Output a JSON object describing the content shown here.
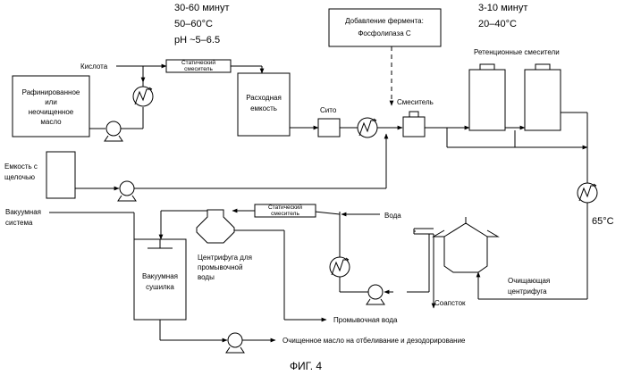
{
  "conditions_left": {
    "time": "30-60 минут",
    "temp": "50–60°C",
    "ph": "pH  ~5–6.5"
  },
  "conditions_right": {
    "time": "3-10 минут",
    "temp": "20–40°C"
  },
  "enzyme_box": {
    "line1": "Добавление фермента:",
    "line2": "Фосфолипаза С"
  },
  "labels": {
    "acid": "Кислота",
    "static_mixer_top": "Статический смеситель",
    "oil_tank": [
      "Рафинированное",
      "или",
      "неочищенное",
      "масло"
    ],
    "feed_tank": [
      "Расходная",
      "емкость"
    ],
    "sieve": "Сито",
    "mixer": "Смеситель",
    "retention_mixers": "Ретенционные смесители",
    "caustic_tank": [
      "Емкость с",
      "щелочью"
    ],
    "vacuum_system": [
      "Вакуумная",
      "система"
    ],
    "static_mixer_bottom": "Статический смеситель",
    "water": "Вода",
    "centrifuge_wash": [
      "Центрифуга для",
      "промывочной",
      "воды"
    ],
    "vacuum_dryer": [
      "Вакуумная",
      "сушилка"
    ],
    "temp_65": "65°C",
    "soapstock": "Соапсток",
    "cleaning_centrifuge": [
      "Очищающая",
      "центрифуга"
    ],
    "wash_water": "Промывочная вода",
    "output": "Очищенное масло на отбеливание и дезодорирование"
  },
  "figure_caption": "ФИГ. 4",
  "icons": {
    "pump": "pump-icon",
    "heat_exchanger": "heat-exchanger-icon",
    "centrifuge": "centrifuge-icon"
  }
}
